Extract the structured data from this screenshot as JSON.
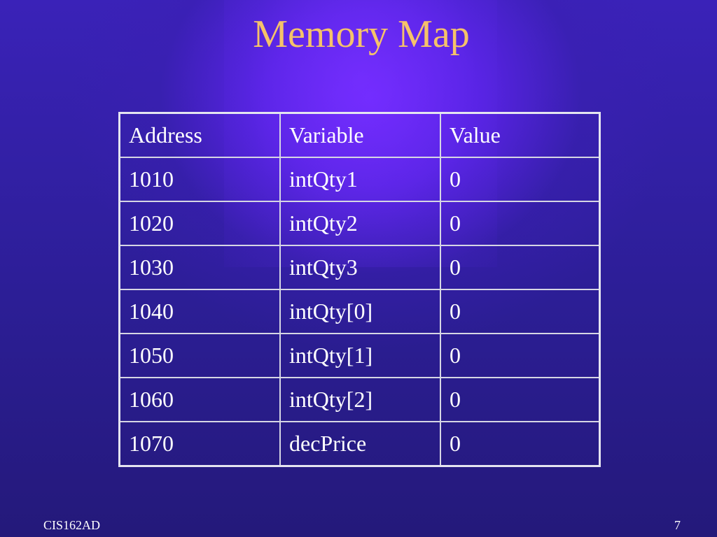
{
  "slide": {
    "title": "Memory Map",
    "footer_left": "CIS162AD",
    "page_number": "7"
  },
  "table": {
    "headers": [
      "Address",
      "Variable",
      "Value"
    ],
    "rows": [
      [
        "1010",
        "intQty1",
        "0"
      ],
      [
        "1020",
        "intQty2",
        "0"
      ],
      [
        "1030",
        "intQty3",
        "0"
      ],
      [
        "1040",
        "intQty[0]",
        "0"
      ],
      [
        "1050",
        "intQty[1]",
        "0"
      ],
      [
        "1060",
        "intQty[2]",
        "0"
      ],
      [
        "1070",
        "decPrice",
        "0"
      ]
    ]
  },
  "colors": {
    "title": "#f5c26a",
    "text": "#ffffff",
    "background": "#2c1e96",
    "glow": "#7028ff",
    "border": "#e4e4f0"
  }
}
